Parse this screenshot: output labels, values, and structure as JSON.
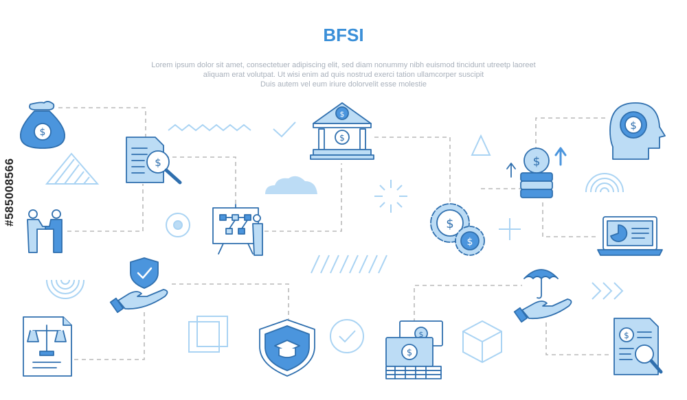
{
  "title": "BFSI",
  "description": [
    "Lorem ipsum dolor sit amet, consectetuer adipiscing elit, sed diam nonummy nibh euismod tincidunt utreetp laoreet",
    "aliquam erat volutpat. Ut wisi enim ad  quis nostrud exerci tation ullamcorper suscipit",
    "Duis autem vel eum iriure dolorvelit esse molestie"
  ],
  "watermark": "#585008566",
  "colors": {
    "accent": "#3a8fd8",
    "fill": "#bcdcf5",
    "stroke": "#2f6fae",
    "decor": "#a9d3f3",
    "line": "#b9b9b9"
  },
  "icons": [
    "money-bag-icon",
    "document-search-icon",
    "bank-icon",
    "head-dollar-icon",
    "handshake-icon",
    "presentation-flowchart-icon",
    "gears-dollar-icon",
    "coins-growth-icon",
    "laptop-chart-icon",
    "protection-hand-icon",
    "education-shield-icon",
    "cash-stack-icon",
    "umbrella-hand-icon",
    "legal-document-icon",
    "report-search-icon"
  ]
}
